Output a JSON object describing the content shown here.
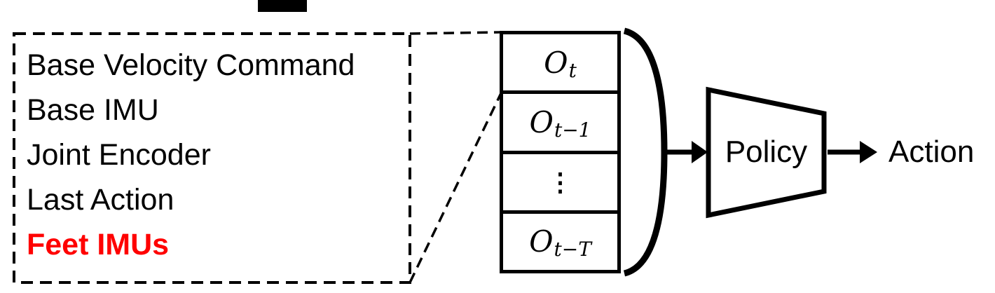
{
  "observation_box": {
    "items": [
      {
        "label": "Base Velocity Command",
        "color": "#000000",
        "bold": false
      },
      {
        "label": "Base IMU",
        "color": "#000000",
        "bold": false
      },
      {
        "label": "Joint Encoder",
        "color": "#000000",
        "bold": false
      },
      {
        "label": "Last Action",
        "color": "#000000",
        "bold": false
      },
      {
        "label": "Feet IMUs",
        "color": "#ff0000",
        "bold": true
      }
    ]
  },
  "stack": {
    "cells": [
      {
        "base": "O",
        "sub": "t"
      },
      {
        "base": "O",
        "sub": "t−1"
      },
      {
        "dots": "⋮"
      },
      {
        "base": "O",
        "sub": "t−T"
      }
    ]
  },
  "policy": {
    "label": "Policy"
  },
  "action": {
    "label": "Action"
  },
  "icons": {
    "history-bracket": "right-parenthesis-shape",
    "arrow-to-policy": "right-arrow",
    "arrow-to-action": "right-arrow",
    "policy-trapezoid": "trapezoid-funnel-shape"
  },
  "colors": {
    "line": "#000000",
    "text": "#000000",
    "highlight": "#ff0000",
    "background": "#ffffff"
  }
}
